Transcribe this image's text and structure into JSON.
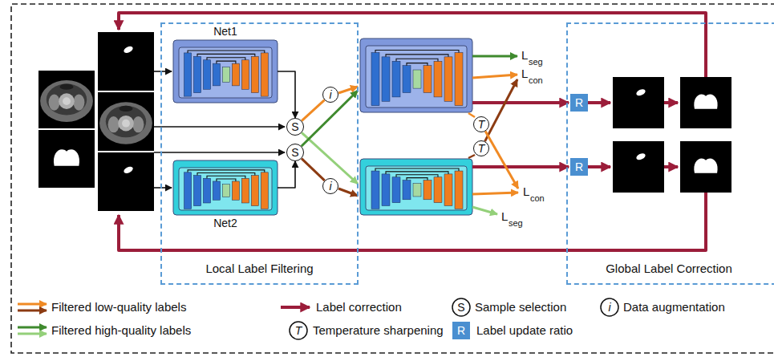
{
  "diagram": {
    "nodes": [
      {
        "text": [
          "Local Label Filtering"
        ]
      },
      {
        "text": [
          "Net1"
        ],
        "in": 0
      },
      {
        "text": [
          "Net2"
        ],
        "in": 0
      },
      {
        "text": [
          "S"
        ],
        "in": 0
      },
      {
        "text": [
          "S"
        ],
        "in": 0
      },
      {
        "text": [
          "i"
        ],
        "in": 0
      },
      {
        "text": [
          "i"
        ],
        "in": 0
      },
      {
        "text": [
          "T"
        ]
      },
      {
        "text": [
          "T"
        ]
      },
      {
        "text": [
          "Global Label Correction"
        ]
      },
      {
        "text": [
          "R"
        ],
        "in": 9
      },
      {
        "text": [
          "R"
        ],
        "in": 9
      }
    ],
    "edges": [
      {
        "from": 1,
        "to": 3,
        "arrow": "to"
      },
      {
        "from": 2,
        "to": 4,
        "arrow": "to"
      },
      {
        "from": 3,
        "to": 5,
        "arrow": "none"
      },
      {
        "from": 4,
        "to": 6,
        "arrow": "none"
      }
    ],
    "labels": [
      "L",
      "seg",
      "L",
      "con",
      "L",
      "con",
      "L",
      "seg",
      "S",
      "i",
      "T",
      "R"
    ],
    "legend": [
      {
        "text": "Filtered low-quality labels"
      },
      {
        "text": "Label correction"
      },
      {
        "text": "Sample selection"
      },
      {
        "text": "Data augmentation"
      },
      {
        "text": "Filtered high-quality labels"
      },
      {
        "text": "Temperature sharpening"
      },
      {
        "text": "Label update ratio"
      }
    ]
  }
}
